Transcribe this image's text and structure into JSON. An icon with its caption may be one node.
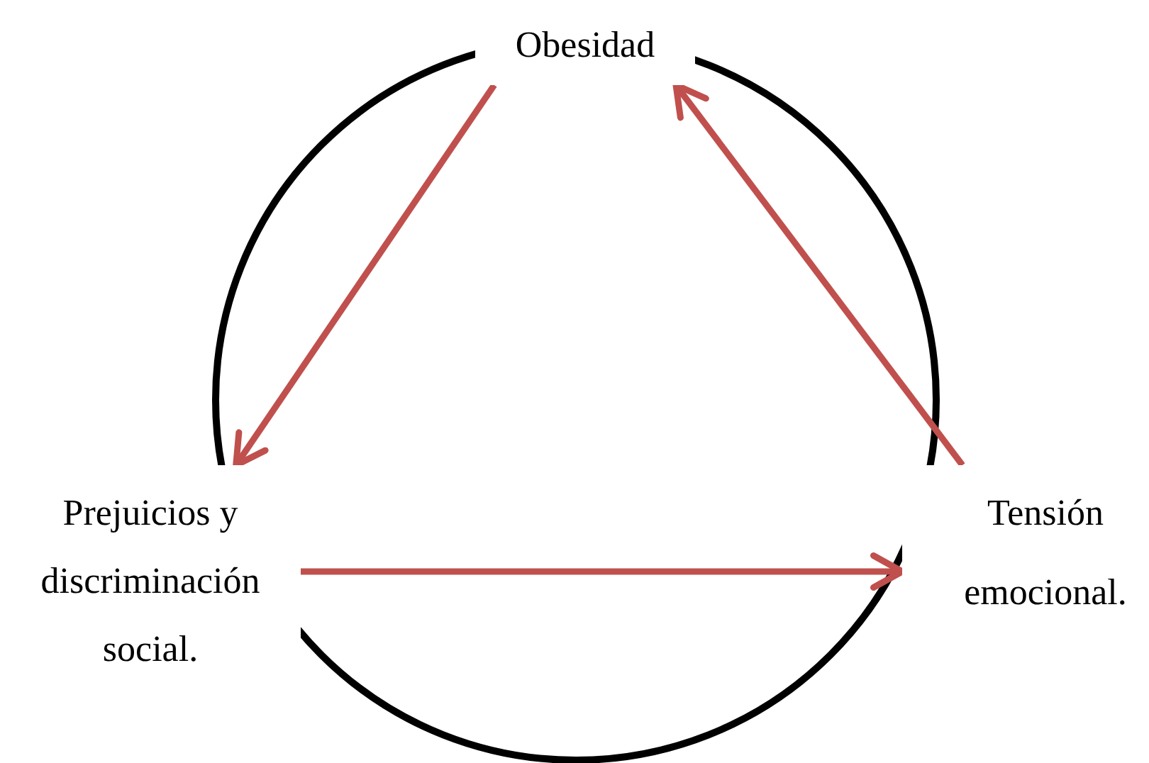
{
  "diagram": {
    "nodes": [
      {
        "text": [
          "Obesidad"
        ]
      },
      {
        "text": [
          "Prejuicios y discriminación social."
        ]
      },
      {
        "text": [
          "Tensión emocional."
        ]
      }
    ],
    "edges": [
      {
        "from": 0,
        "to": 1,
        "arrow": "to",
        "color": "#c0504d"
      },
      {
        "from": 1,
        "to": 2,
        "arrow": "to",
        "color": "#c0504d"
      },
      {
        "from": 2,
        "to": 0,
        "arrow": "to",
        "color": "#c0504d"
      }
    ]
  }
}
